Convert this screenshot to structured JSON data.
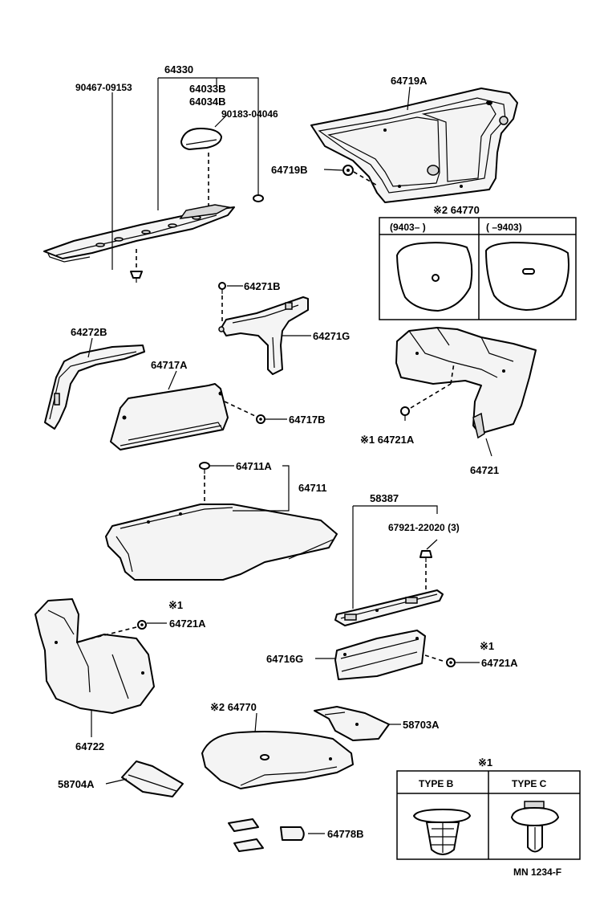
{
  "labels": {
    "p64330": "64330",
    "p90467": "90467-09153",
    "p64033B": "64033B",
    "p64034B": "64034B",
    "p90183": "90183-04046",
    "p64719A": "64719A",
    "p64719B": "64719B",
    "p64770_top": "※2 64770",
    "variant_left": "(9403–      )",
    "variant_right": "(      –9403)",
    "p64271B": "64271B",
    "p64271G": "64271G",
    "p64272B": "64272B",
    "p64717A": "64717A",
    "p64717B": "64717B",
    "p64721A_right": "※1 64721A",
    "p64721": "64721",
    "p64711A": "64711A",
    "p64711": "64711",
    "p58387": "58387",
    "p67921": "67921-22020 (3)",
    "note1_mid": "※1",
    "p64721A_mid": "64721A",
    "p64716G": "64716G",
    "note1_lowright": "※1",
    "p64721A_lowright": "64721A",
    "p64722": "64722",
    "p64770_bottom": "※2 64770",
    "p58703A": "58703A",
    "p58704A": "58704A",
    "p64778B": "64778B",
    "legend_note": "※1",
    "legend_type_b": "TYPE B",
    "legend_type_c": "TYPE C",
    "footer_code": "MN  1234-F"
  }
}
